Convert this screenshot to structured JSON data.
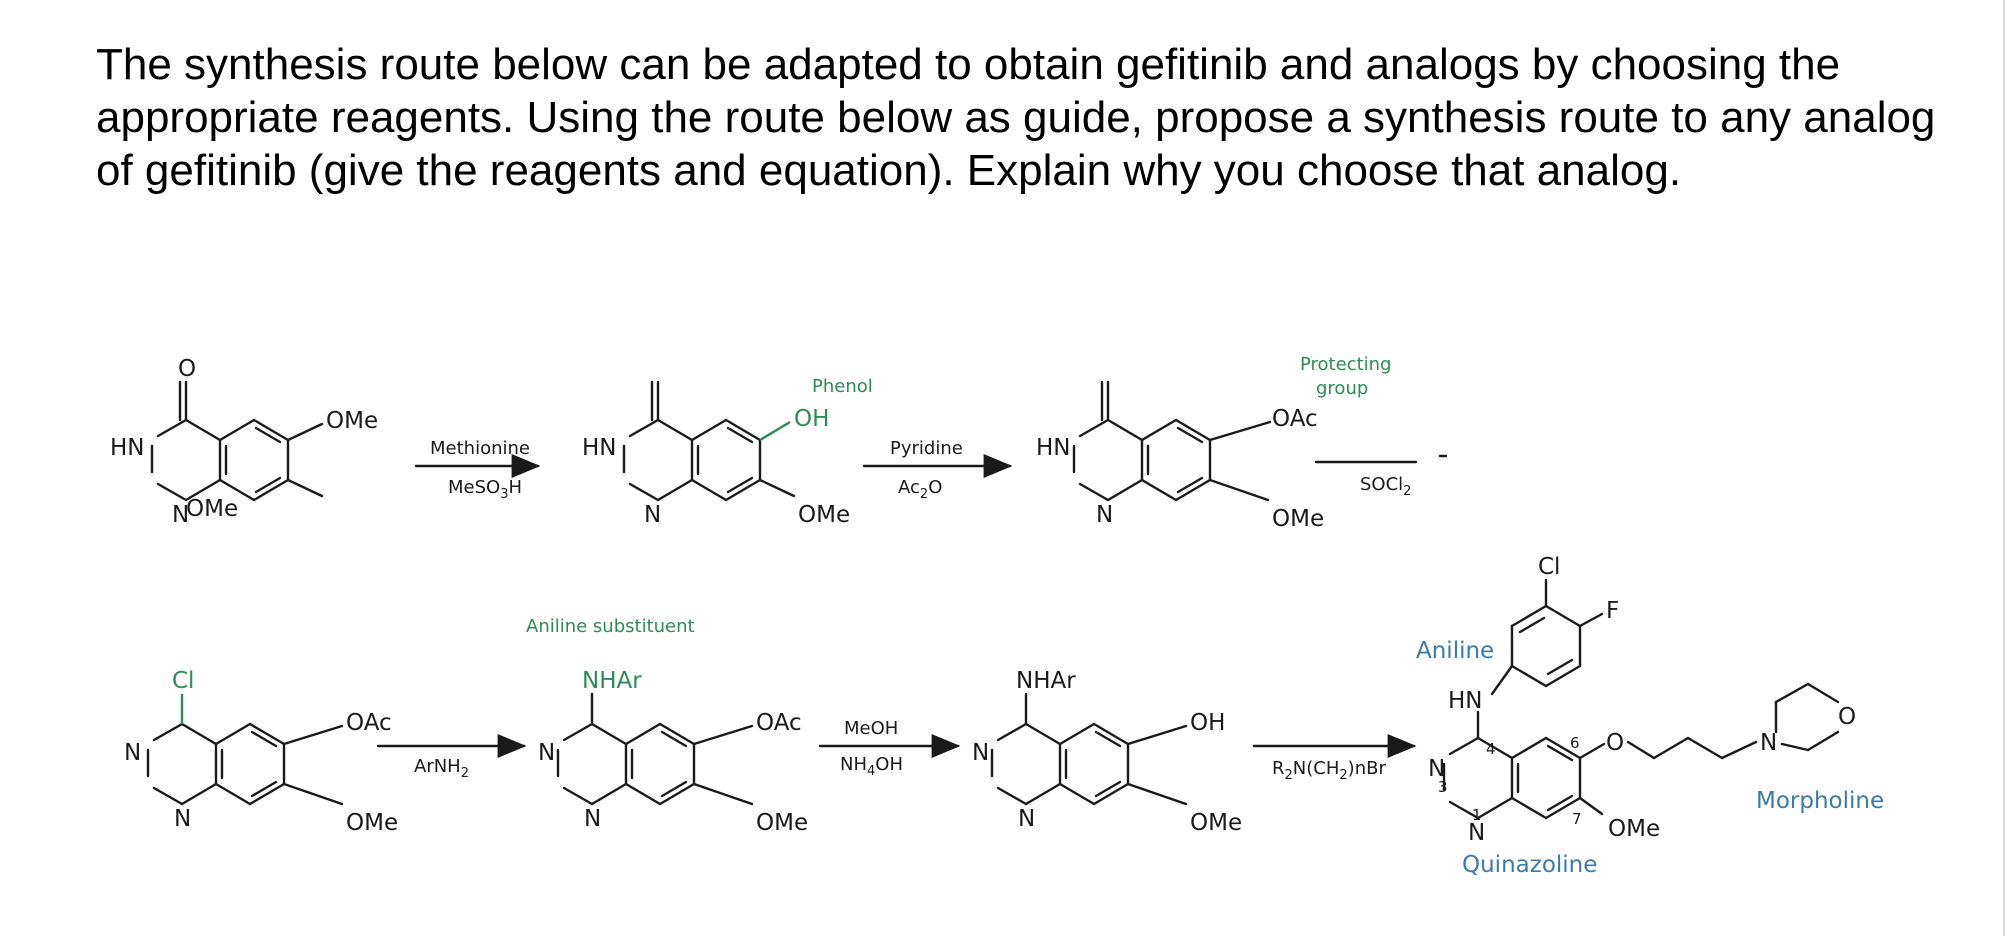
{
  "question": "The synthesis route below can be adapted to obtain gefitinib and analogs by choosing the appropriate reagents. Using the route below as guide, propose a synthesis route to any analog of gefitinib (give the reagents and equation). Explain why you choose that analog.",
  "colors": {
    "annotation_green": "#2e8b57",
    "annotation_blue": "#3a7ba8",
    "text": "#1a1a1a"
  },
  "atoms": {
    "O": "O",
    "HN": "HN",
    "N": "N",
    "OMe": "OMe",
    "OH": "OH",
    "OAc": "OAc",
    "Cl": "Cl",
    "F": "F",
    "NHAr": "NHAr",
    "n3": "3",
    "n1": "1",
    "n4": "4",
    "n6": "6",
    "n7": "7"
  },
  "steps": [
    {
      "above": "Methionine",
      "below": "MeSO",
      "below_sub": "3",
      "below_tail": "H"
    },
    {
      "above": "Pyridine",
      "below": "Ac",
      "below_sub": "2",
      "below_tail": "O"
    },
    {
      "above": "",
      "below": "SOCl",
      "below_sub": "2",
      "below_tail": ""
    },
    {
      "above": "",
      "below": "ArNH",
      "below_sub": "2",
      "below_tail": ""
    },
    {
      "above": "MeOH",
      "below": "NH",
      "below_sub": "4",
      "below_tail": "OH"
    },
    {
      "above": "",
      "below": "R",
      "below_sub": "2",
      "below_tail": "N(CH",
      "below_sub2": "2",
      "below_tail2": ")nBr"
    }
  ],
  "annotations": {
    "phenol": "Phenol",
    "protecting_group_line1": "Protecting",
    "protecting_group_line2": "group",
    "aniline_substituent": "Aniline substituent",
    "aniline": "Aniline",
    "quinazoline": "Quinazoline",
    "morpholine": "Morpholine"
  }
}
